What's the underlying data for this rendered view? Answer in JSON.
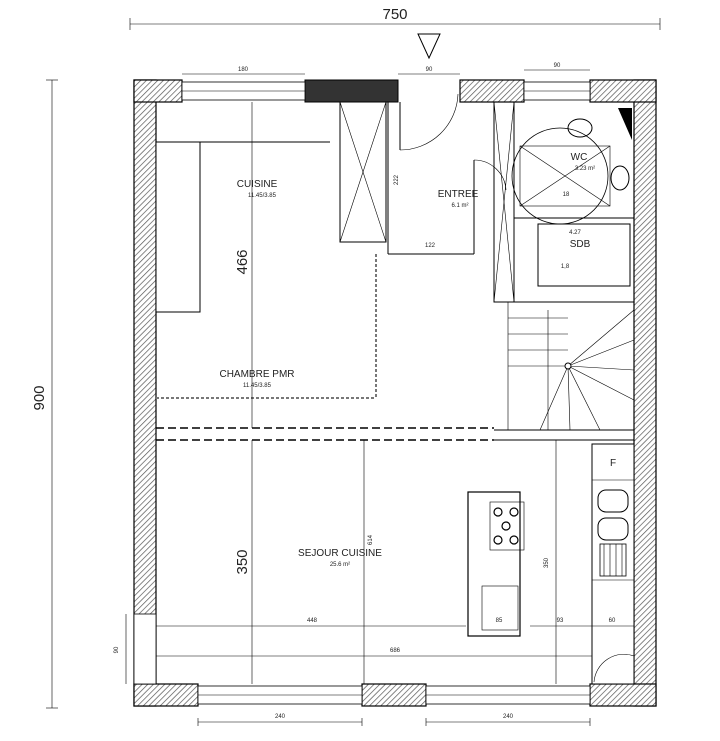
{
  "dimensions": {
    "overall_width": "750",
    "overall_height": "900",
    "top_window": "180",
    "top_door": "90",
    "top_right_window": "90",
    "left_window": "90",
    "vertical_466": "466",
    "vertical_350": "350",
    "vertical_350_right": "350",
    "vertical_614": "614",
    "entree_222": "222",
    "entree_122": "122",
    "horizontal_448": "448",
    "horizontal_686": "686",
    "bottom_window_left": "240",
    "bottom_window_right": "240",
    "island_85": "85",
    "counter_93": "93",
    "counter_60": "60",
    "wc_18": "18"
  },
  "rooms": {
    "cuisine": {
      "name": "CUISINE",
      "area": "11.45/3.85"
    },
    "chambre": {
      "name": "CHAMBRE PMR",
      "area": "11.45/3.85"
    },
    "entree": {
      "name": "ENTREE",
      "area": "6.1 m²"
    },
    "wc": {
      "name": "WC",
      "area": "3.23 m²"
    },
    "sdb": {
      "name": "SDB",
      "area": "4.27"
    },
    "sejour": {
      "name": "SEJOUR CUISINE",
      "area": "25.6 m²"
    }
  },
  "fixtures": {
    "fridge": "F",
    "sdb_note": "1,8"
  }
}
